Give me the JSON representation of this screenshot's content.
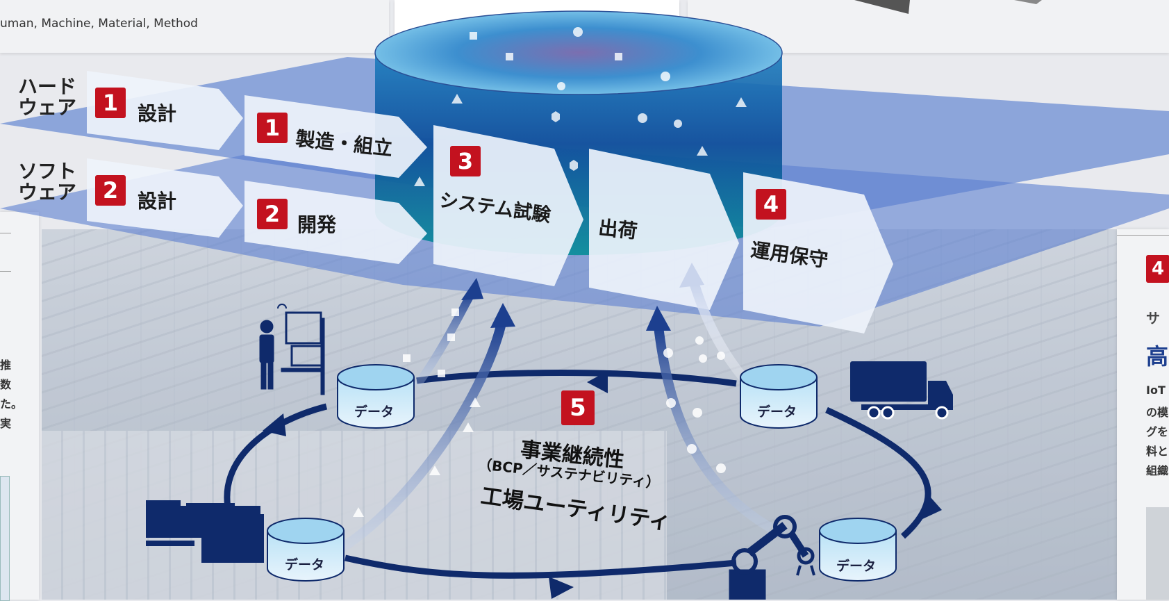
{
  "top": {
    "caption": "uman, Machine, Material, Method"
  },
  "layers": {
    "hardware": {
      "label_line1": "ハード",
      "label_line2": "ウェア"
    },
    "software": {
      "label_line1": "ソフト",
      "label_line2": "ウェア"
    }
  },
  "steps": {
    "hw_design": {
      "num": "1",
      "label": "設計"
    },
    "hw_manufacture": {
      "num": "1",
      "label": "製造・組立"
    },
    "sw_design": {
      "num": "2",
      "label": "設計"
    },
    "sw_develop": {
      "num": "2",
      "label": "開発"
    },
    "system_test": {
      "num": "3",
      "label": "システム試験"
    },
    "shipment": {
      "label": "出荷"
    },
    "operation": {
      "num": "4",
      "label": "運用保守"
    }
  },
  "cycle": {
    "num": "5",
    "title": "事業継続性",
    "subtitle": "（BCP／サステナビリティ）",
    "utility": "工場ユーティリティ"
  },
  "data_nodes": {
    "label": "データ"
  },
  "right_panel": {
    "badge": "4",
    "line1": "サ",
    "heading": "高",
    "text_lines": [
      "IoT",
      "の模",
      "グを",
      "料と",
      "組織"
    ]
  },
  "left_panel": {
    "text_lines": [
      "推",
      "数",
      "た。",
      "実"
    ]
  },
  "colors": {
    "navy": "#0f2a6b",
    "badge_red": "#c3121f",
    "plane_blue": "#5b7fd0",
    "cylinder_top": "#8fd0ee"
  }
}
